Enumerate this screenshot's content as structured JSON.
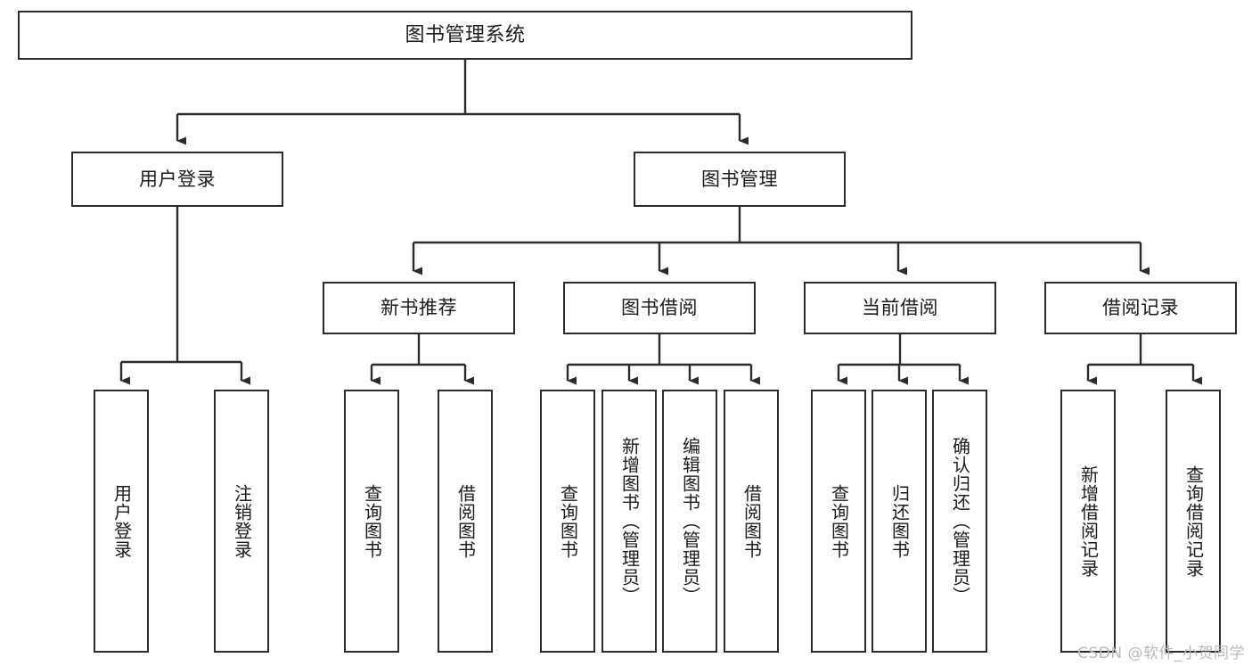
{
  "diagram": {
    "type": "tree",
    "title": "图书管理系统",
    "orientation": "top-down",
    "colors": {
      "box_border": "#2b2b2b",
      "box_fill": "#ffffff",
      "edge": "#2b2b2b",
      "text": "#1b1b1b",
      "watermark": "#b9b9b9",
      "background": "#ffffff"
    },
    "watermark": "CSDN @软件_小贺同学"
  },
  "nodes": {
    "root": {
      "label": "图书管理系统"
    },
    "level2": [
      {
        "id": "user-login",
        "label": "用户登录"
      },
      {
        "id": "book-management",
        "label": "图书管理"
      }
    ],
    "level3": [
      {
        "id": "new-book-recommend",
        "label": "新书推荐"
      },
      {
        "id": "book-borrow",
        "label": "图书借阅"
      },
      {
        "id": "current-borrow",
        "label": "当前借阅"
      },
      {
        "id": "borrow-record",
        "label": "借阅记录"
      }
    ],
    "leaves": {
      "user_login": [
        {
          "id": "leaf-user-login",
          "label": "用户登录"
        },
        {
          "id": "leaf-logout-login",
          "label": "注销登录"
        }
      ],
      "new_book_recommend": [
        {
          "id": "leaf-query-book-1",
          "label": "查询图书"
        },
        {
          "id": "leaf-borrow-book-1",
          "label": "借阅图书"
        }
      ],
      "book_borrow": [
        {
          "id": "leaf-query-book-2",
          "label": "查询图书"
        },
        {
          "id": "leaf-add-book",
          "label": "新增图书（管理员）"
        },
        {
          "id": "leaf-edit-book",
          "label": "编辑图书（管理员）"
        },
        {
          "id": "leaf-borrow-book-2",
          "label": "借阅图书"
        }
      ],
      "current_borrow": [
        {
          "id": "leaf-query-book-3",
          "label": "查询图书"
        },
        {
          "id": "leaf-return-book",
          "label": "归还图书"
        },
        {
          "id": "leaf-confirm-return",
          "label": "确认归还（管理员）"
        }
      ],
      "borrow_record": [
        {
          "id": "leaf-add-record",
          "label": "新增借阅记录"
        },
        {
          "id": "leaf-query-record",
          "label": "查询借阅记录"
        }
      ]
    }
  }
}
